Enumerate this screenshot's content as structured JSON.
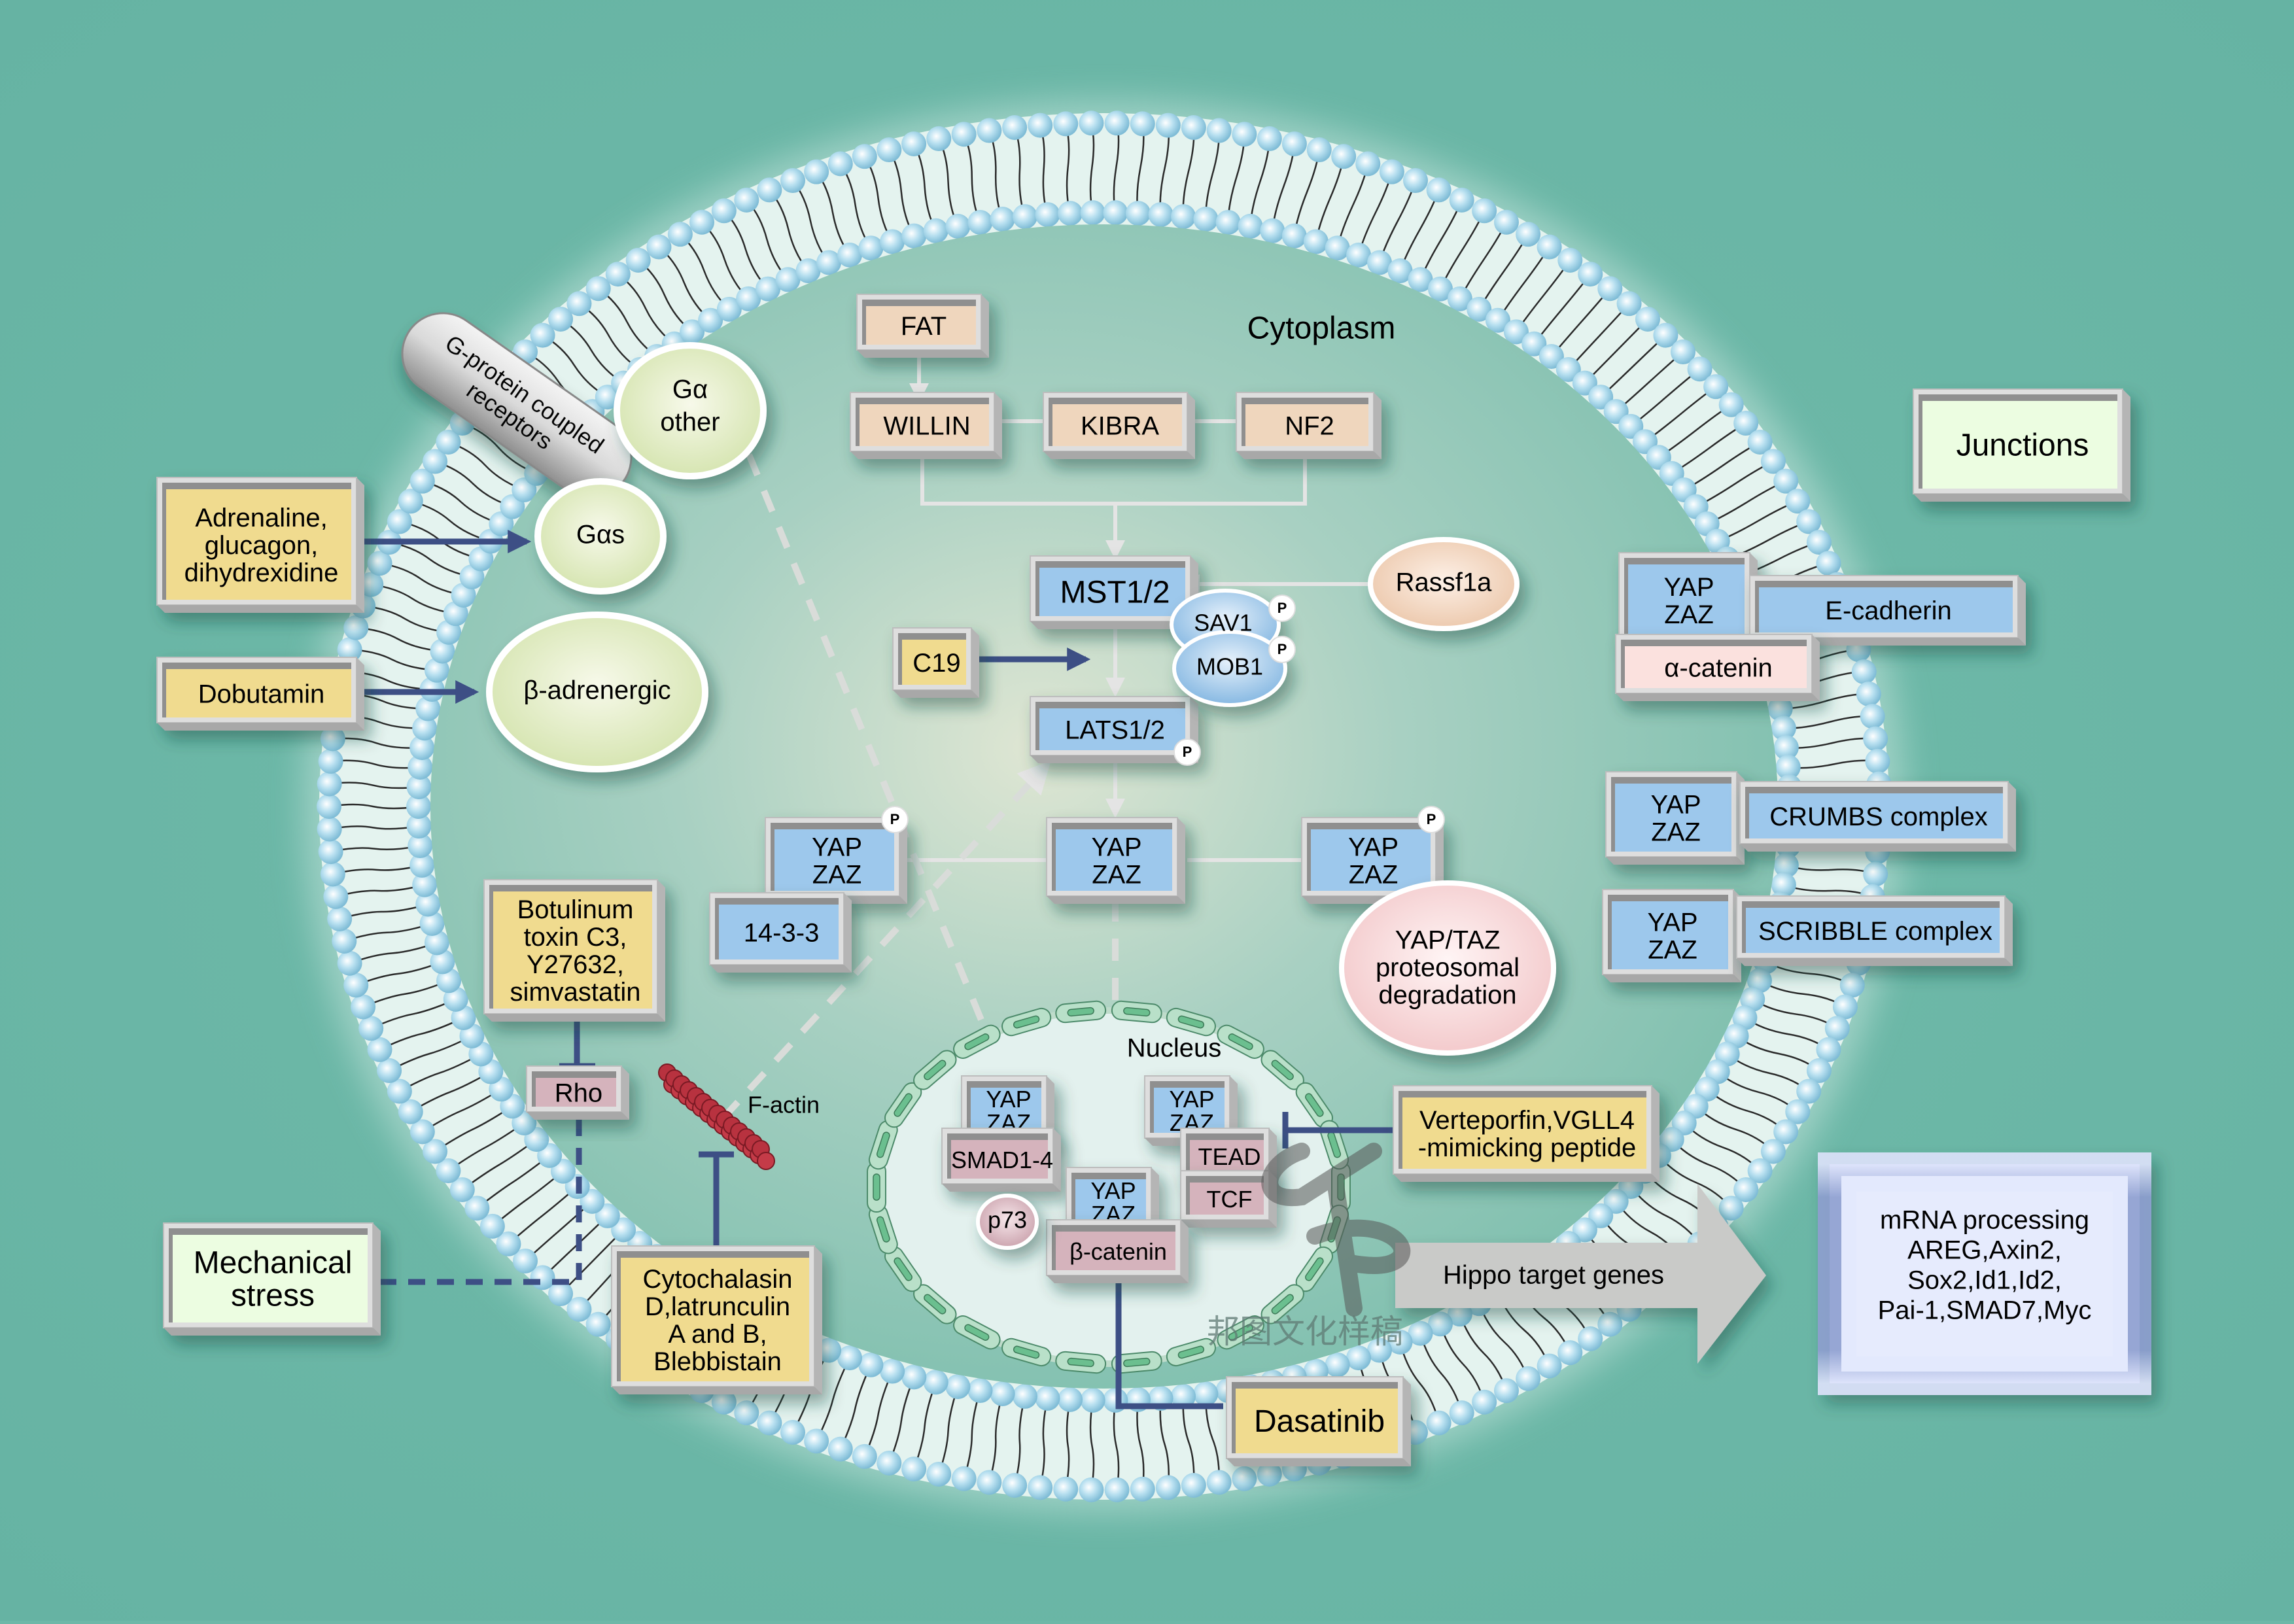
{
  "title": "Hippo signaling pathway (YAP/TAZ regulation)",
  "colors": {
    "background": "#6db8a8",
    "cytoplasm": "#a9d3c6",
    "membrane_band": "#e3f3f0",
    "lipid_head": "#9fd4ea",
    "upstream_box": "#efd6bd",
    "kinase_box": "#9dc8ec",
    "drug_box": "#f0db8f",
    "transcription_factor_box": "#d5b3bc",
    "alpha_catenin_box": "#fbe1de",
    "junctions_box": "#ecfde1",
    "gprotein_circle": "#e4edc8",
    "inhibition_line": "#3d4f85",
    "dashed_arrow": "#d9dcd9",
    "output_box": "#e3e9fd"
  },
  "compartments": {
    "cytoplasm": "Cytoplasm",
    "nucleus": "Nucleus"
  },
  "gpcr": {
    "receptor": "G-protein coupled receptors",
    "g_alpha_other": [
      "Gα",
      "other"
    ],
    "g_alpha_s": "Gαs",
    "beta_adrenergic": "β-adrenergic"
  },
  "drugs": {
    "adrenaline": [
      "Adrenaline,",
      "glucagon,",
      "dihydrexidine"
    ],
    "dobutamin": "Dobutamin",
    "c19": "C19",
    "botulinum": [
      "Botulinum",
      "toxin C3,",
      "Y27632,",
      "simvastatin"
    ],
    "cytochalasin": [
      "Cytochalasin",
      "D,latrunculin",
      "A and B,",
      "Blebbistain"
    ],
    "verteporfin": [
      "Verteporfin,VGLL4",
      "-mimicking peptide"
    ],
    "dasatinib": "Dasatinib"
  },
  "upstream": {
    "fat": "FAT",
    "willin": "WILLIN",
    "kibra": "KIBRA",
    "nf2": "NF2",
    "rassf1a": "Rassf1a"
  },
  "core_kinases": {
    "mst": "MST1/2",
    "sav1": "SAV1",
    "mob1": "MOB1",
    "lats": "LATS1/2",
    "phospho": "P"
  },
  "yap": {
    "label": [
      "YAP",
      "ZAZ"
    ],
    "fourteen33": "14-3-3",
    "degradation": [
      "YAP/TAZ",
      "proteosomal",
      "degradation"
    ]
  },
  "mechanical": {
    "rho": "Rho",
    "factin": "F-actin",
    "stress": [
      "Mechanical",
      "stress"
    ]
  },
  "junctions": {
    "title": "Junctions",
    "ecadherin": "E-cadherin",
    "alpha_catenin": "α-catenin",
    "crumbs": "CRUMBS complex",
    "scribble": "SCRIBBLE complex"
  },
  "nuclear": {
    "smad": "SMAD1-4",
    "tead": "TEAD",
    "tcf": "TCF",
    "p73": "p73",
    "beta_catenin": "β-catenin"
  },
  "output": {
    "arrow_label": "Hippo target genes",
    "genes": [
      "mRNA processing",
      "AREG,Axin2,",
      "Sox2,Id1,Id2,",
      "Pai-1,SMAD7,Myc"
    ]
  },
  "watermark": "邦图文化样稿"
}
